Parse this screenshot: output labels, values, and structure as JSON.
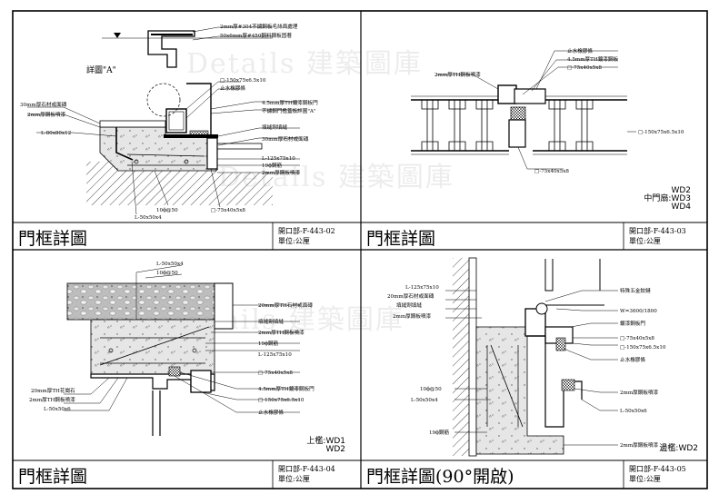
{
  "watermark": "Details 建築圖庫",
  "panels": [
    {
      "id": "tl",
      "title": "門框詳圖",
      "code": "開口部-F-443-02",
      "unit": "單位:公厘",
      "callout": "詳圖\"A\"",
      "labels": [
        "2mm厚#304不鏽鋼板毛絲面處理",
        "50x6mm厚#450鋼料鋼板固著",
        "□-150x75x6.5x10",
        "止水橡膠條",
        "4.5mm厚TH鍍漆鋼板門",
        "不鏽鋼門檻蓋板詳圖\"A\"",
        "填縫劑填縫",
        "30mm厚石材或面磚",
        "L-125x75x10",
        "19ϕ鋼筋",
        "2mm厚鋼板噴漆",
        "30mm厚石材或面磚",
        "2mm厚鋼板噴漆",
        "L-80x80x12",
        "10ϕ@50",
        "L-50x50x4",
        "□-75x40x5x8"
      ]
    },
    {
      "id": "tr",
      "title": "門框詳圖",
      "code": "開口部-F-443-03",
      "unit": "單位:公厘",
      "door_label": "中門扇:",
      "door_tags": [
        "WD2",
        "WD3",
        "WD4"
      ],
      "labels": [
        "止水橡膠條",
        "4.5mm厚TH鍍漆鋼板",
        "□-75x40x5x8",
        "2mm厚TH鋼板噴漆",
        "□-150x75x6.5x10",
        "□-75x40x5x8"
      ]
    },
    {
      "id": "bl",
      "title": "門框詳圖",
      "code": "開口部-F-443-04",
      "unit": "單位:公厘",
      "door_label": "上檻:",
      "door_tags": [
        "WD1",
        "WD2"
      ],
      "labels": [
        "L-50x50x4",
        "10ϕ@50",
        "20mm厚TH石材或面磚",
        "填縫劑填縫",
        "2mm厚TH鋼板噴漆",
        "19ϕ鋼筋",
        "L-125x75x10",
        "□-75x40x5x8",
        "4.5mm厚TH鍍漆鋼板門",
        "□-150x75x6.5x10",
        "止水橡膠條",
        "20mm厚TH花崗石",
        "2mm厚TH鋼板噴漆",
        "L-50x50x6"
      ]
    },
    {
      "id": "br",
      "title": "門框詳圖(90°開啟)",
      "code": "開口部-F-443-05",
      "unit": "單位:公厘",
      "door_label": "邊檻:",
      "door_tags": [
        "WD2"
      ],
      "labels": [
        "L-125x75x10",
        "20mm厚石材或面磚",
        "填縫劑填縫",
        "2mm厚鋼板噴漆",
        "特殊五金鉸鏈",
        "W=3600/1800",
        "鍍漆鋼板門",
        "□-75x40x5x8",
        "□-150x75x6.5x10",
        "止水橡膠條",
        "2mm厚鋼板噴漆",
        "10ϕ@50",
        "L-50x50x4",
        "L-50x50x6",
        "19ϕ鋼筋",
        "2mm厚鋼板噴漆"
      ]
    }
  ]
}
